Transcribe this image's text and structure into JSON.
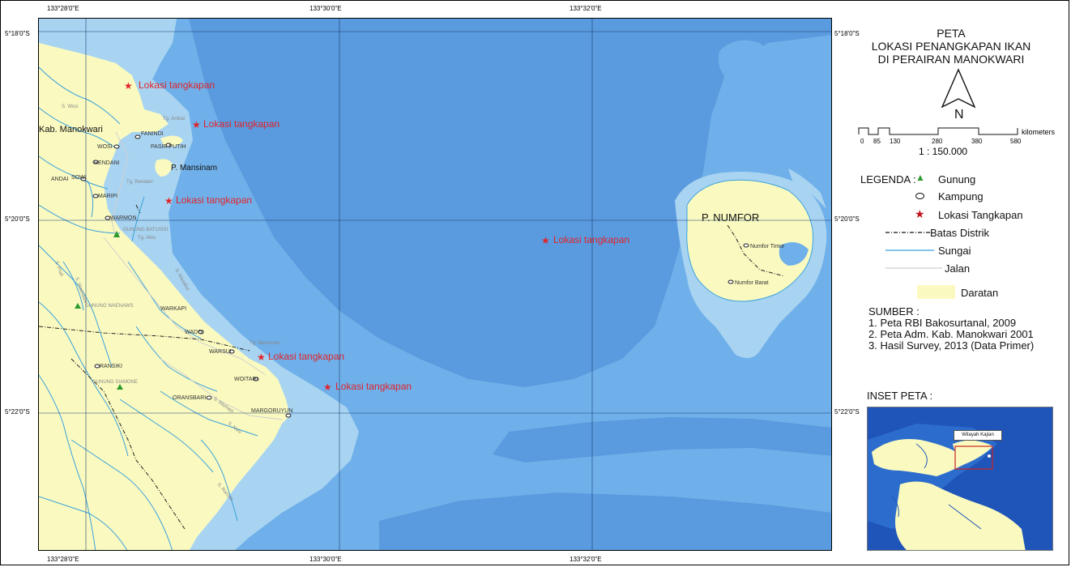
{
  "map": {
    "coords": {
      "top": [
        "133°28'0\"E",
        "133°30'0\"E",
        "133°32'0\"E"
      ],
      "bottom": [
        "133°28'0\"E",
        "133°30'0\"E",
        "133°32'0\"E"
      ],
      "left": [
        "5°18'0\"S",
        "5°20'0\"S",
        "5°22'0\"S"
      ],
      "right": [
        "5°18'0\"S",
        "5°20'0\"S",
        "5°22'0\"S"
      ]
    },
    "catch_label": "Lokasi tangkapan",
    "place_labels": {
      "kab": "Kab. Manokwari",
      "mansinam": "P. Mansinam",
      "numfor": "P. NUMFOR",
      "numfor_timur": "Numfor Timur",
      "numfor_barat": "Numfor Barat",
      "wosi": "WOSI",
      "rendani": "RENDANI",
      "pasir_putih": "PASIR PUTIH",
      "fanindi": "FANINDI",
      "sowi": "SOWI",
      "maripi": "MARIPI",
      "warmon": "WARMON",
      "andai": "ANDAI",
      "wadoi": "WADOI",
      "warsui": "WARSUI",
      "woitari": "WOITARI",
      "ransiki": "RANSIKI",
      "oransbari": "ORANSBARI",
      "margoruyun": "MARGORUYUN",
      "warkapi": "WARKAPI",
      "g_batusisi": "GUNUNG BATUSISI",
      "g_waenaws": "GUNUNG WAENAWS",
      "g_siamone": "GUNUNG SIAMONE",
      "tg_ambai": "Tg. Ambai",
      "tg_rendani": "Tg. Rendani",
      "tg_ablo": "Tg. Ablo",
      "tg_mansinam": "Tg. Mansinam"
    },
    "river_labels": [
      "S. Wosi",
      "S. Prafi",
      "S. Waenaws",
      "S. Masabui",
      "S. Warkapi",
      "S. Nuhi",
      "S. Ransiki"
    ]
  },
  "title": [
    "PETA",
    "LOKASI PENANGKAPAN IKAN",
    "DI PERAIRAN MANOKWARI"
  ],
  "north_label": "N",
  "scale": {
    "ticks": [
      "0",
      "85",
      "130",
      "280",
      "380",
      "580"
    ],
    "unit": "kilometers",
    "ratio": "1 : 150.000"
  },
  "legend": {
    "heading": "LEGENDA :",
    "items": {
      "gunung": "Gunung",
      "kampung": "Kampung",
      "lokasi": "Lokasi Tangkapan",
      "batas": "Batas Distrik",
      "sungai": "Sungai",
      "jalan": "Jalan",
      "daratan": "Daratan"
    }
  },
  "sumber": {
    "heading": "SUMBER :",
    "lines": [
      "1. Peta RBI Bakosurtanal, 2009",
      "2. Peta Adm. Kab. Manokwari 2001",
      "3. Hasil Survey, 2013 (Data Primer)"
    ]
  },
  "inset": {
    "heading": "INSET PETA :",
    "label": "Wilayah Kajian"
  },
  "colors": {
    "land": "#fafac0",
    "deep_sea": "#5a9ade",
    "mid_sea": "#6fb0ea",
    "shallow": "#a8d4f2",
    "catch_star": "#c0141c",
    "river": "#3aa0dc",
    "mountain": "#2e9b2e"
  }
}
